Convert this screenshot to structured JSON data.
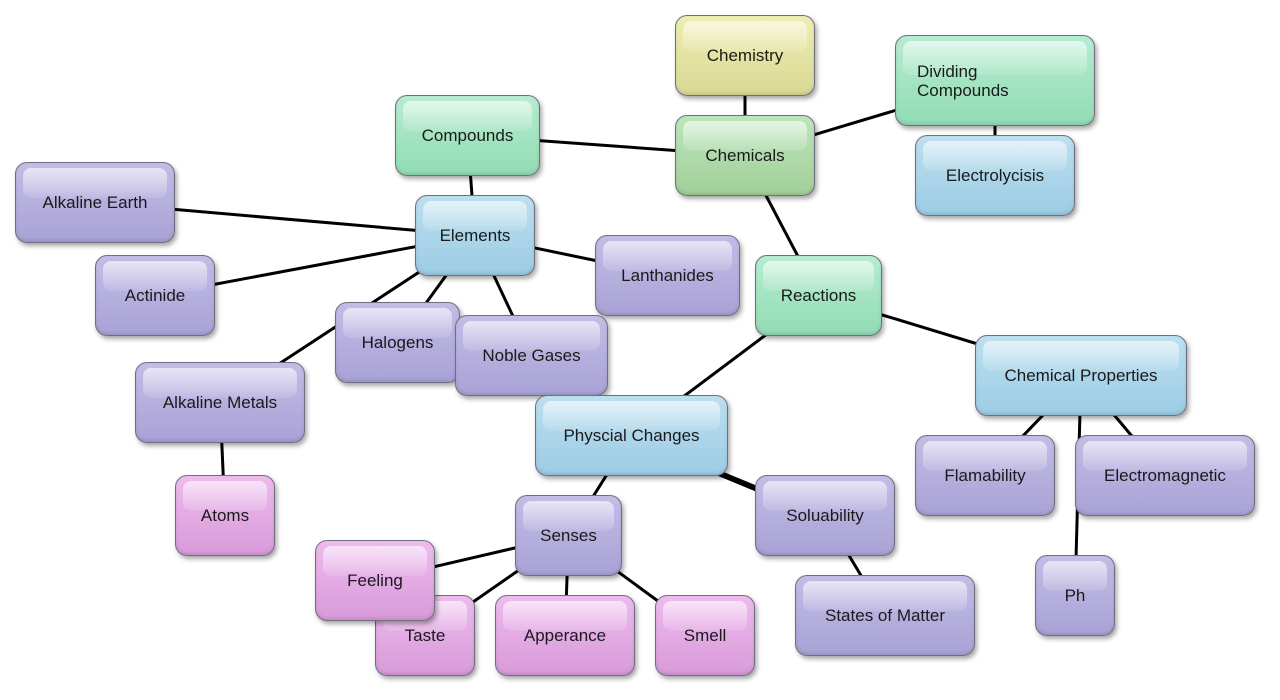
{
  "colors": {
    "yellow": "#e3e3a3",
    "green": "#a9d39f",
    "mint": "#9fe3c0",
    "blue": "#a6d2e8",
    "purple": "#b0aadb",
    "pink": "#e1a6e1",
    "connector": "#000000"
  },
  "nodes": {
    "chemistry": "Chemistry",
    "chemicals": "Chemicals",
    "dividing_compounds": "Dividing Compounds",
    "electrolycisis": "Electrolycisis",
    "compounds": "Compounds",
    "elements": "Elements",
    "alkaline_earth": "Alkaline Earth",
    "actinide": "Actinide",
    "lanthanides": "Lanthanides",
    "halogens": "Halogens",
    "noble_gases": "Noble Gases",
    "alkaline_metals": "Alkaline Metals",
    "atoms": "Atoms",
    "reactions": "Reactions",
    "chemical_properties": "Chemical Properties",
    "flamability": "Flamability",
    "electromagnetic": "Electromagnetic",
    "ph": "Ph",
    "physcial_changes": "Physcial Changes",
    "senses": "Senses",
    "feeling": "Feeling",
    "taste": "Taste",
    "apperance": "Apperance",
    "smell": "Smell",
    "soluability": "Soluability",
    "states_of_matter": "States of Matter"
  },
  "links": [
    [
      "chemistry",
      "chemicals"
    ],
    [
      "chemicals",
      "dividing_compounds"
    ],
    [
      "dividing_compounds",
      "electrolycisis"
    ],
    [
      "chemicals",
      "compounds"
    ],
    [
      "compounds",
      "elements"
    ],
    [
      "elements",
      "alkaline_earth"
    ],
    [
      "elements",
      "actinide"
    ],
    [
      "elements",
      "lanthanides"
    ],
    [
      "elements",
      "halogens"
    ],
    [
      "elements",
      "noble_gases"
    ],
    [
      "elements",
      "alkaline_metals"
    ],
    [
      "alkaline_metals",
      "atoms"
    ],
    [
      "chemicals",
      "reactions"
    ],
    [
      "reactions",
      "chemical_properties"
    ],
    [
      "chemical_properties",
      "flamability"
    ],
    [
      "chemical_properties",
      "electromagnetic"
    ],
    [
      "chemical_properties",
      "ph"
    ],
    [
      "reactions",
      "physcial_changes"
    ],
    [
      "physcial_changes",
      "senses"
    ],
    [
      "senses",
      "feeling"
    ],
    [
      "senses",
      "taste"
    ],
    [
      "senses",
      "apperance"
    ],
    [
      "senses",
      "smell"
    ],
    [
      "physcial_changes",
      "soluability"
    ],
    [
      "physcial_changes",
      "soluability"
    ],
    [
      "soluability",
      "states_of_matter"
    ]
  ]
}
